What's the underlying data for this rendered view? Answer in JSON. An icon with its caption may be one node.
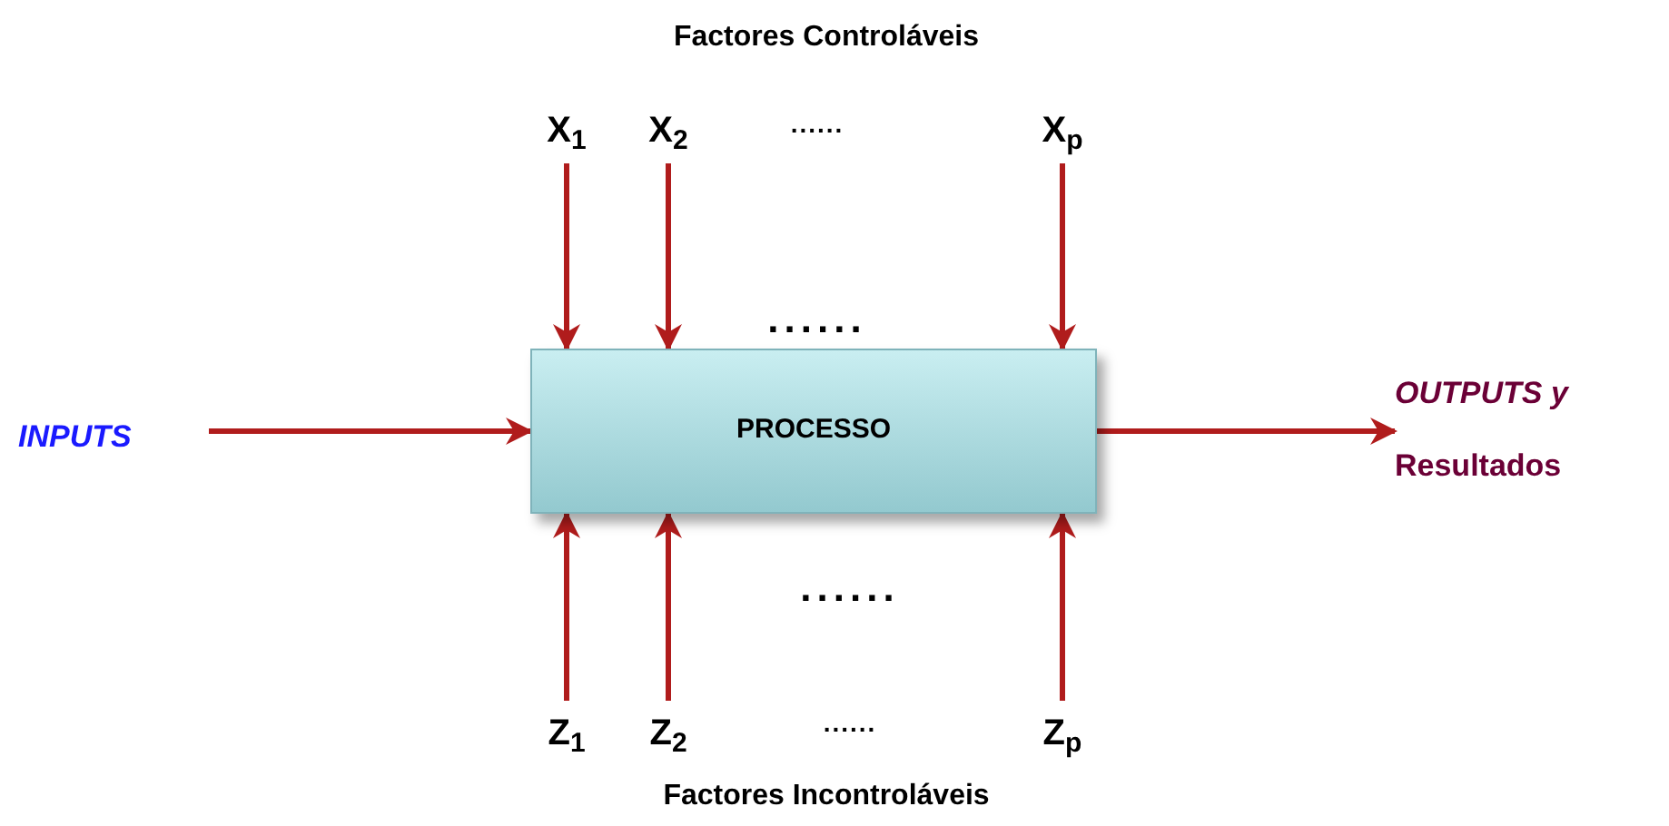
{
  "diagram": {
    "nodes": [
      {
        "text": [
          "PROCESSO"
        ]
      },
      {
        "text": [
          "INPUTS"
        ]
      },
      {
        "text": [
          "*OUTPUTS y* Resultados"
        ]
      },
      {
        "text": [
          "X$_{1}$"
        ]
      },
      {
        "text": [
          "X$_{2}$"
        ]
      },
      {
        "text": [
          "X$_{p}$"
        ]
      },
      {
        "text": [
          "Z$_{1}$"
        ]
      },
      {
        "text": [
          "Z$_{2}$"
        ]
      },
      {
        "text": [
          "Z$_{p}$"
        ]
      }
    ],
    "edges": [
      {
        "from": 1,
        "to": 0,
        "arrow": "to"
      },
      {
        "from": 0,
        "to": 2,
        "arrow": "to"
      },
      {
        "from": 3,
        "to": 0,
        "arrow": "to"
      },
      {
        "from": 4,
        "to": 0,
        "arrow": "to"
      },
      {
        "from": 5,
        "to": 0,
        "arrow": "to"
      },
      {
        "from": 6,
        "to": 0,
        "arrow": "to"
      },
      {
        "from": 7,
        "to": 0,
        "arrow": "to"
      },
      {
        "from": 8,
        "to": 0,
        "arrow": "to"
      }
    ],
    "labels": [
      "Factores Controláveis",
      "......",
      "......",
      "......",
      "......",
      "Factores Incontroláveis"
    ]
  }
}
